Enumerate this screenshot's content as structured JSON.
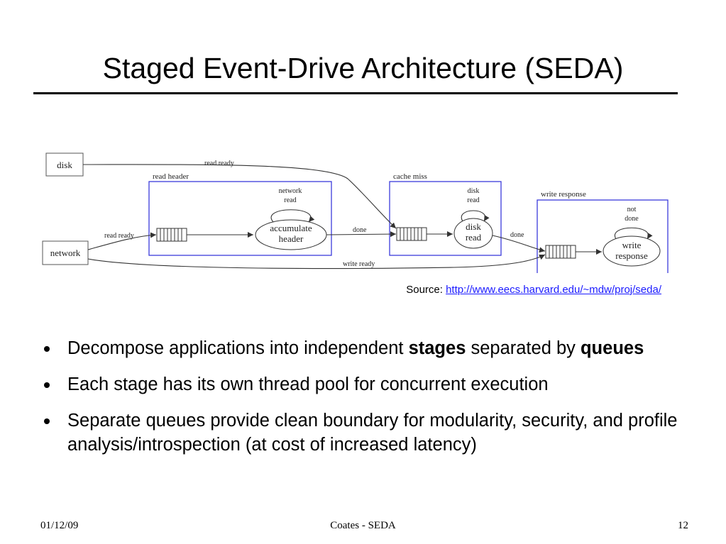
{
  "slide": {
    "title": "Staged Event-Drive Architecture (SEDA)",
    "source_label": "Source: ",
    "source_link": "http://www.eecs.harvard.edu/~mdw/proj/seda/",
    "bullets": [
      {
        "parts": [
          {
            "text": "Decompose applications into independent ",
            "bold": false
          },
          {
            "text": "stages",
            "bold": true
          },
          {
            "text": " separated by ",
            "bold": false
          },
          {
            "text": "queues",
            "bold": true
          }
        ]
      },
      {
        "parts": [
          {
            "text": "Each stage has its own thread pool for concurrent execution",
            "bold": false
          }
        ]
      },
      {
        "parts": [
          {
            "text": "Separate queues provide clean boundary for modularity, security, and profile analysis/introspection (at cost of increased latency)",
            "bold": false
          }
        ]
      }
    ],
    "footer": {
      "date": "01/12/09",
      "center": "Coates - SEDA",
      "page": "12"
    }
  },
  "diagram": {
    "nodes": {
      "disk": "disk",
      "network": "network"
    },
    "stages": {
      "read_header": {
        "label": "read header",
        "loop_line1": "network",
        "loop_line2": "read",
        "node_line1": "accumulate",
        "node_line2": "header"
      },
      "cache_miss": {
        "label": "cache miss",
        "loop_line1": "disk",
        "loop_line2": "read",
        "node_line1": "disk",
        "node_line2": "read"
      },
      "write_response": {
        "label": "write response",
        "loop_line1": "not",
        "loop_line2": "done",
        "node_line1": "write",
        "node_line2": "response"
      }
    },
    "edges": {
      "disk_read_ready": "read ready",
      "network_read_ready": "read ready",
      "write_ready": "write ready",
      "done_1": "done",
      "done_2": "done"
    },
    "colors": {
      "stage_border": "#3b3bdc",
      "line": "#333333"
    }
  }
}
